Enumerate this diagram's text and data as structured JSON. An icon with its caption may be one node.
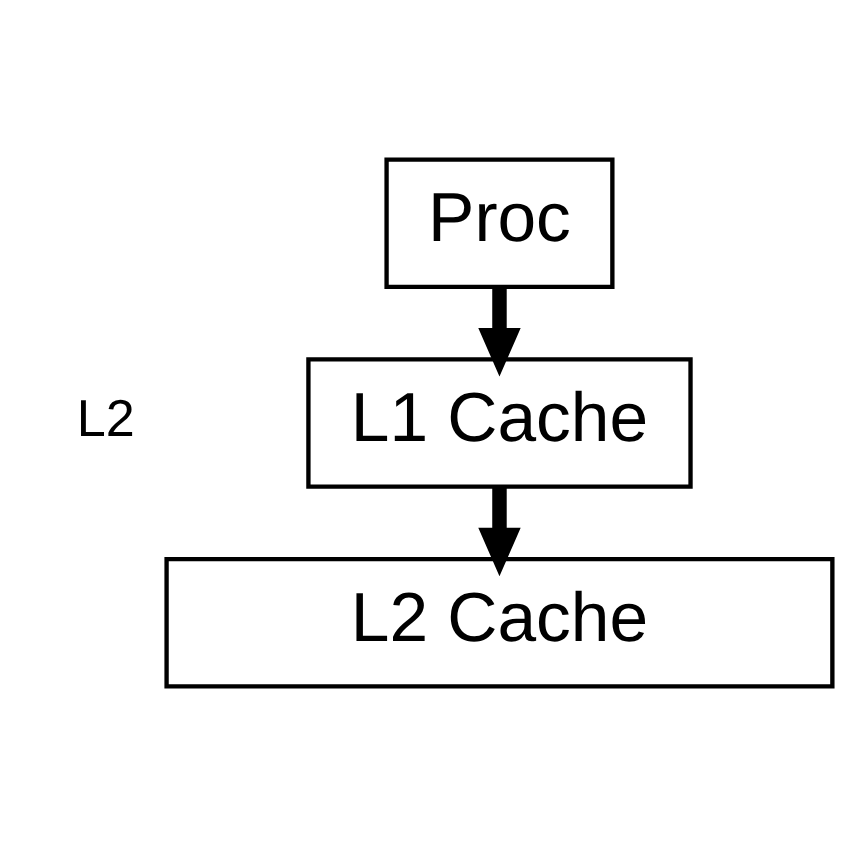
{
  "diagram": {
    "nodes": [
      {
        "text": [
          "Proc"
        ]
      },
      {
        "text": [
          "L1 Cache"
        ]
      },
      {
        "text": [
          "L2 Cache"
        ]
      }
    ],
    "edges": [
      {
        "from": 0,
        "to": 1,
        "arrow": "to"
      },
      {
        "from": 1,
        "to": 2,
        "arrow": "to"
      }
    ],
    "labels": [
      "L2"
    ]
  }
}
